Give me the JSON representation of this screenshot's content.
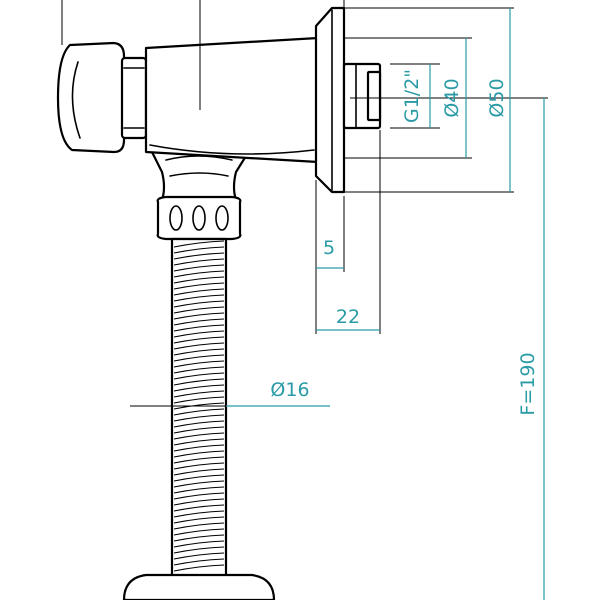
{
  "colors": {
    "outline": "#000000",
    "dimension": "#2a9ba6",
    "background": "#ffffff"
  },
  "dimensions": {
    "thread": "G1/2\"",
    "inner_diameter": "Ø40",
    "outer_diameter": "Ø50",
    "offset_small": "5",
    "offset_large": "22",
    "hose_diameter": "Ø16",
    "flush_height": "F=190"
  }
}
